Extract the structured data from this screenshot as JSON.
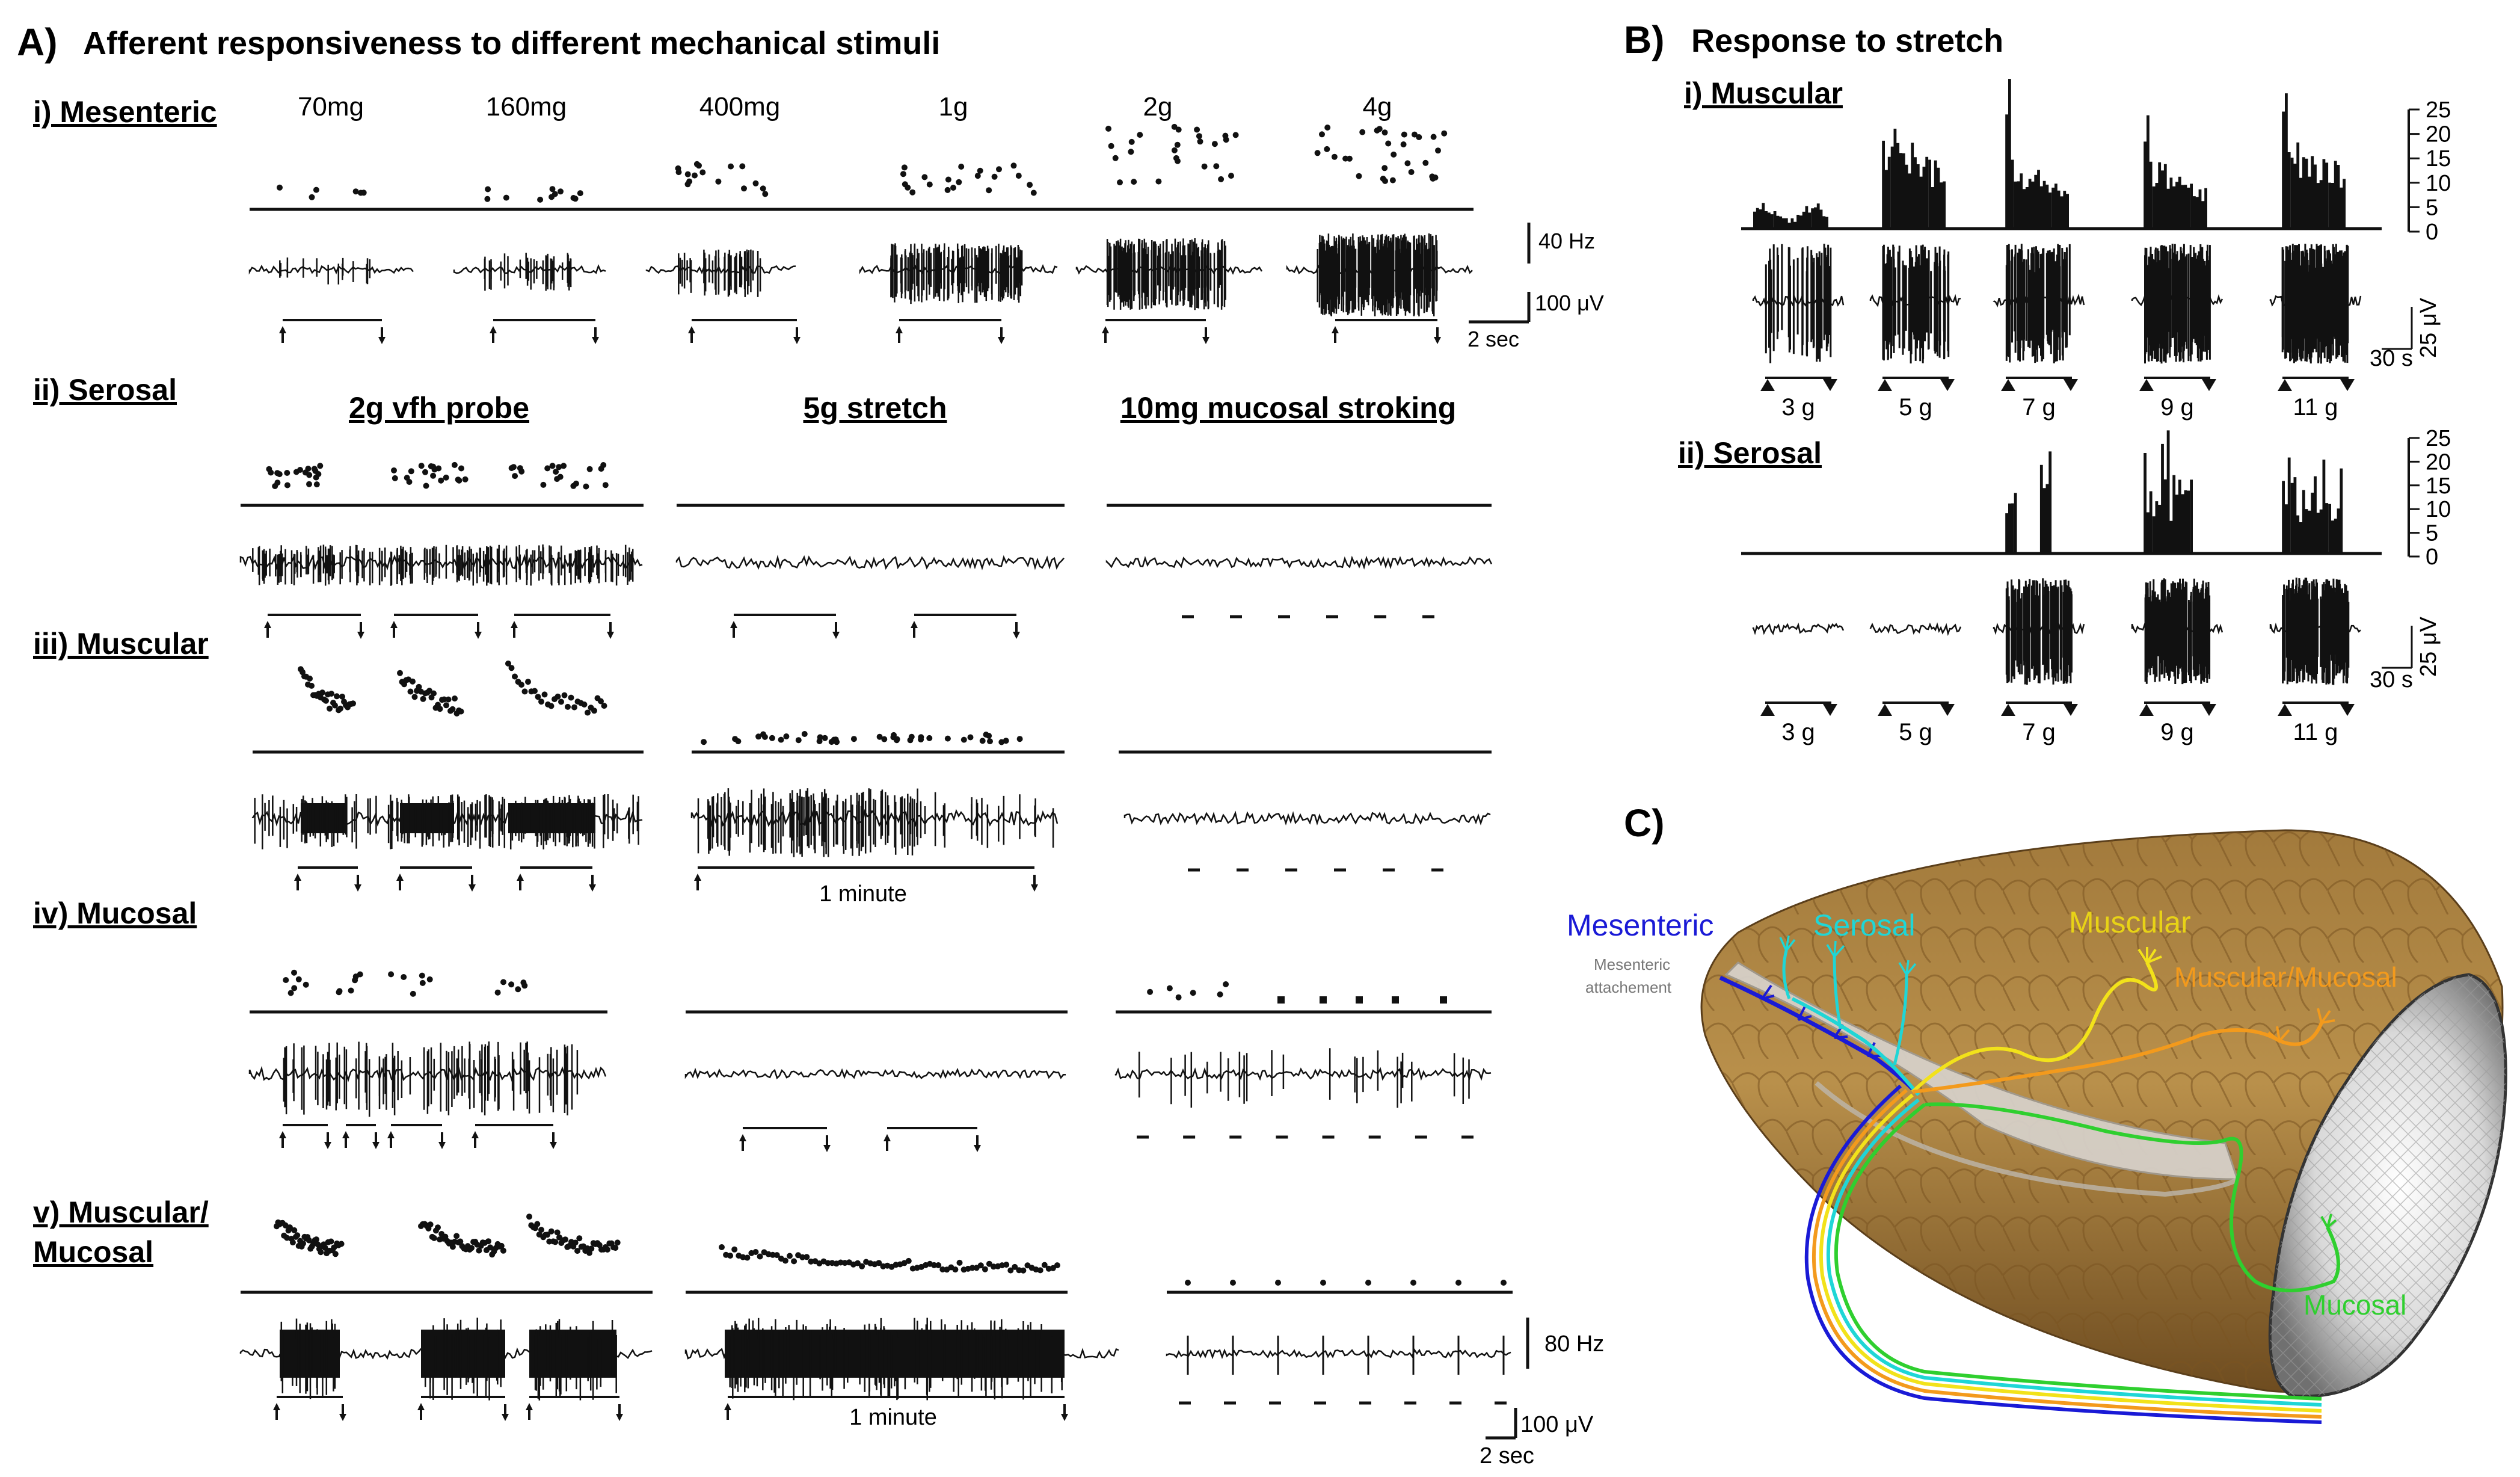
{
  "panel_a": {
    "title": "Afferent responsiveness to different mechanical stimuli",
    "letter": "A)",
    "rows": [
      {
        "label": "i) Mesenteric"
      },
      {
        "label": "ii) Serosal"
      },
      {
        "label": "iii) Muscular"
      },
      {
        "label": "iv) Mucosal"
      },
      {
        "label": "v) Muscular/",
        "label2": "Mucosal"
      }
    ],
    "mesenteric_weights": [
      "70mg",
      "160mg",
      "400mg",
      "1g",
      "2g",
      "4g"
    ],
    "stimulus_headers": [
      "2g vfh probe",
      "5g stretch",
      "10mg mucosal stroking"
    ],
    "scale_freq_top": "40 Hz",
    "scale_volt_top": "100 μV",
    "scale_time_top": "2 sec",
    "one_minute": "1 minute",
    "scale_freq_bottom": "80 Hz",
    "scale_volt_bottom": "100 μV",
    "scale_time_bottom": "2 sec"
  },
  "panel_b": {
    "letter": "B)",
    "title": "Response to stretch",
    "subtitles": [
      "i) Muscular",
      "ii) Serosal"
    ],
    "y_ticks": [
      "25",
      "20",
      "15",
      "10",
      "5",
      "0"
    ],
    "loads": [
      "3 g",
      "5 g",
      "7 g",
      "9 g",
      "11 g"
    ],
    "scale_volt": "25 μV",
    "scale_time": "30 s"
  },
  "panel_c": {
    "letter": "C)",
    "labels": {
      "mesenteric": "Mesenteric",
      "serosal": "Serosal",
      "muscular": "Muscular",
      "muscular_mucosal": "Muscular/Mucosal",
      "mucosal": "Mucosal",
      "attachment_1": "Mesenteric",
      "attachment_2": "attachement"
    },
    "colors": {
      "mesenteric": "#1a1ad6",
      "serosal": "#1fd6d6",
      "muscular": "#f2e21a",
      "muscular_mucosal": "#f39a1c",
      "mucosal": "#2fcf2f"
    }
  }
}
